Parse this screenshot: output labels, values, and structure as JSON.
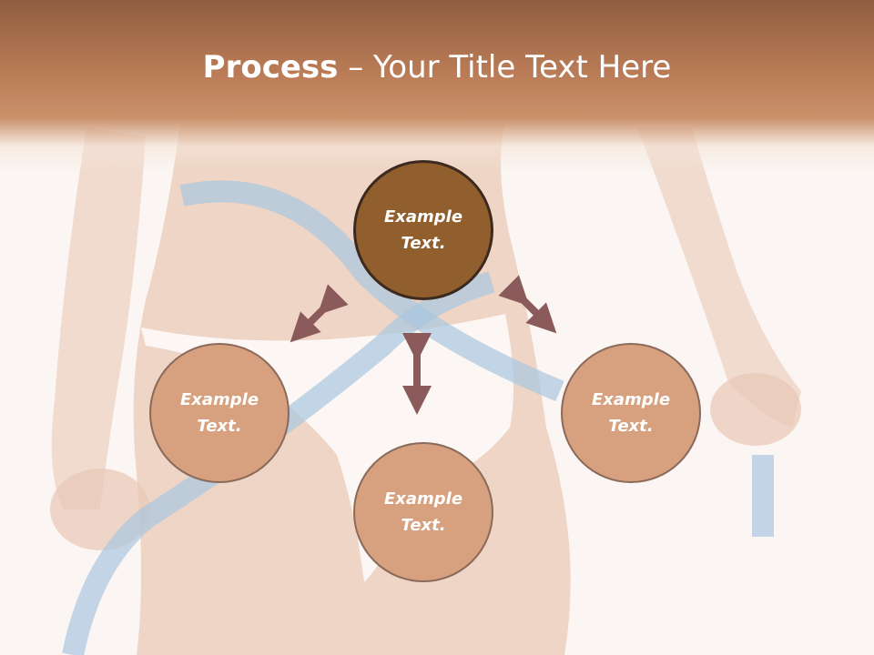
{
  "slide": {
    "title_bold": "Process",
    "title_dash": " – ",
    "title_rest": "Your Title Text Here"
  },
  "nodes": {
    "top": "Example Text.",
    "left": "Example Text.",
    "right": "Example Text.",
    "bottom": "Example Text."
  },
  "colors": {
    "header": "#b87a55",
    "center_circle": "#915e2e",
    "outer_circle": "#d7a07e",
    "arrow": "#8b5a5a",
    "tape": "#a9c6e0"
  }
}
